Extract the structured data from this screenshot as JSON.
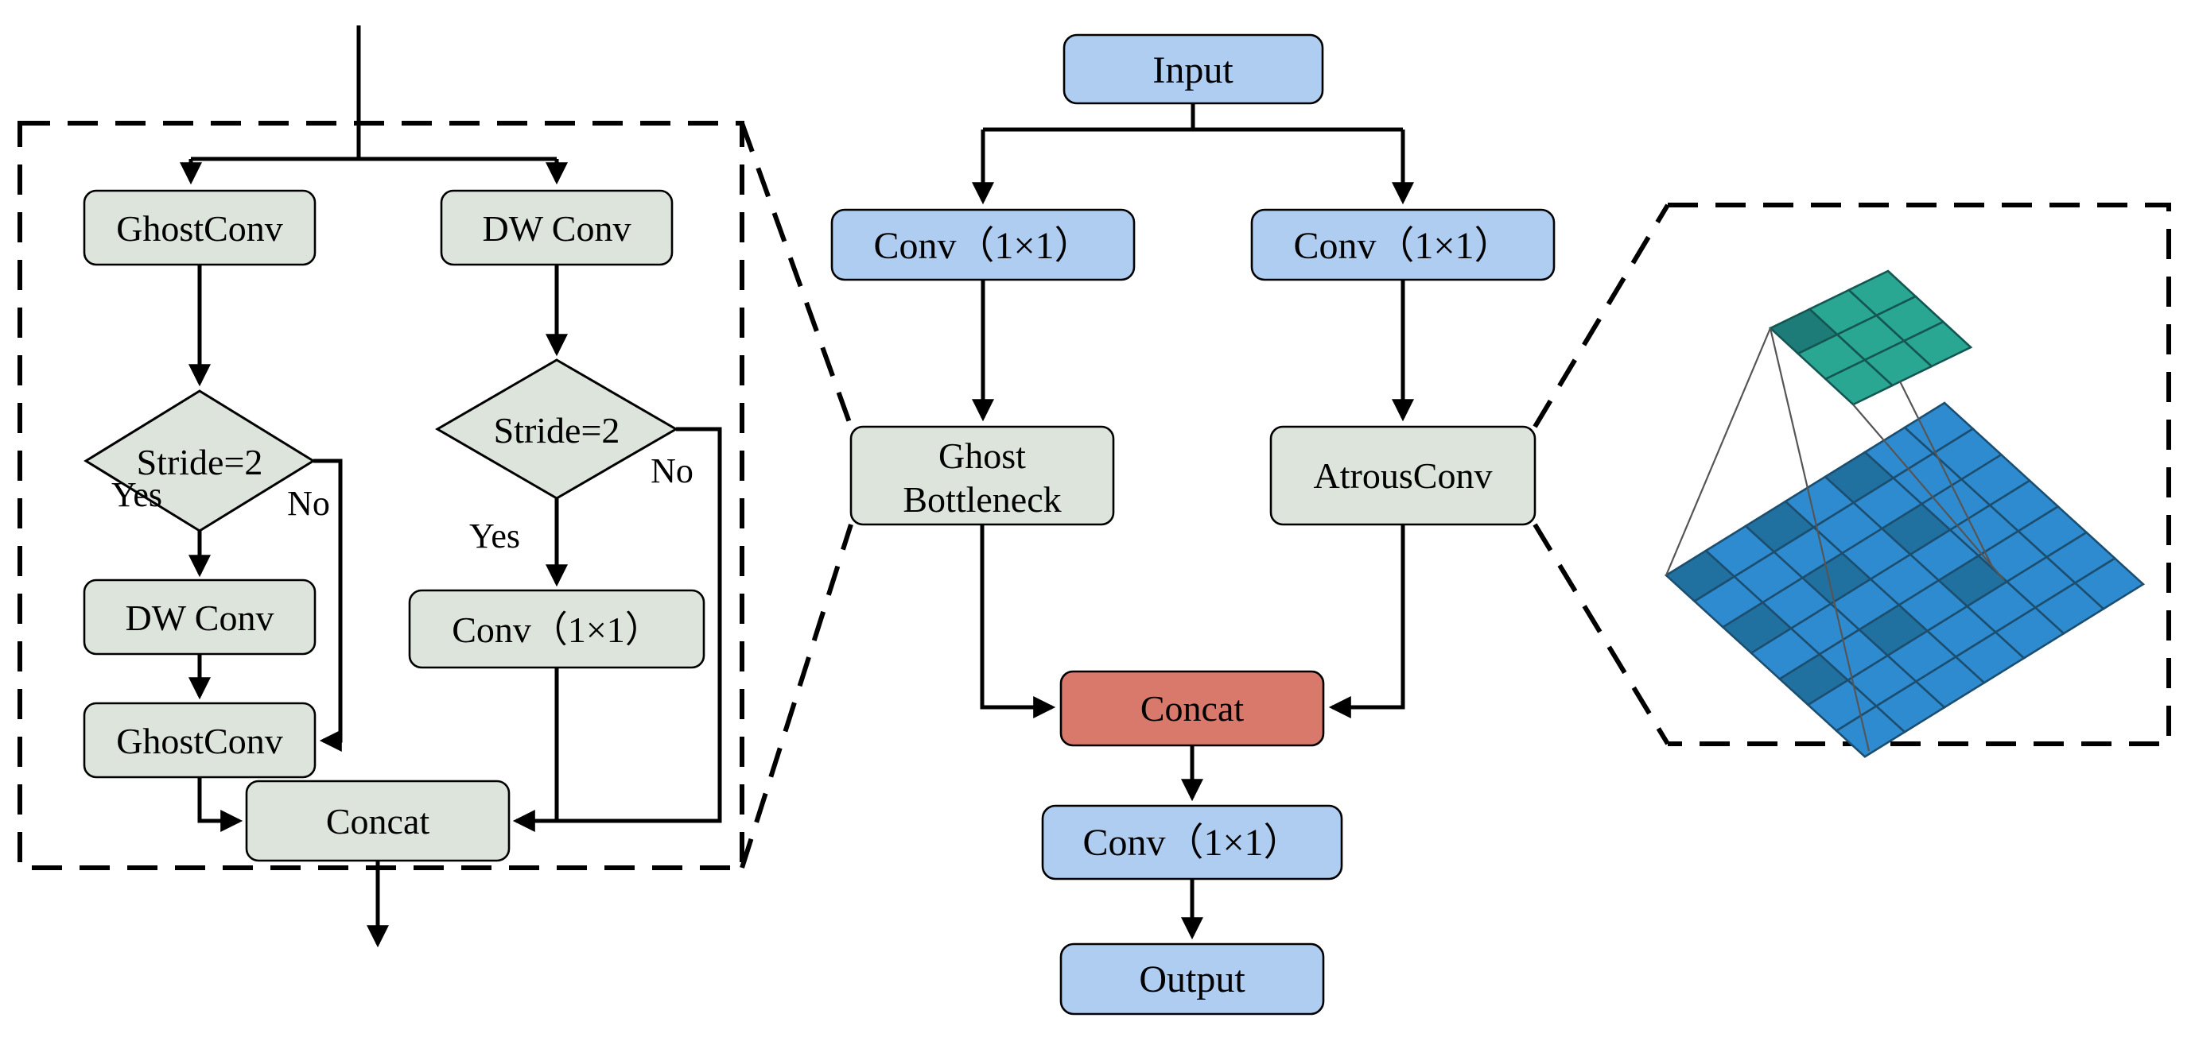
{
  "left_panel": {
    "ghostconv_top": "GhostConv",
    "dwconv_top": "DW Conv",
    "stride_left": "Stride=2",
    "stride_right": "Stride=2",
    "yes_left": "Yes",
    "no_left": "No",
    "yes_right": "Yes",
    "no_right": "No",
    "dwconv_mid": "DW Conv",
    "ghostconv_bottom": "GhostConv",
    "conv_1x1": "Conv（1×1）",
    "concat": "Concat"
  },
  "main_panel": {
    "input": "Input",
    "conv_branch_left": "Conv（1×1）",
    "conv_branch_right": "Conv（1×1）",
    "ghost_bottleneck": [
      "Ghost",
      "Bottleneck"
    ],
    "atrous_conv": "AtrousConv",
    "concat": "Concat",
    "conv_final": "Conv（1×1）",
    "output": "Output"
  },
  "colors": {
    "box_blue": "#aecdf0",
    "box_gray": "#dce4dc",
    "box_red": "#d9796c",
    "edge": "#000000",
    "green_cell": "#2aa792",
    "green_cell_dark": "#1d7c77",
    "green_stroke": "#145652",
    "blue_cell": "#2e8bcf",
    "blue_cell_dark": "#20719f",
    "blue_stroke": "#1c4e70"
  },
  "atrous_illustration": {
    "kernel_grid": {
      "rows": 3,
      "cols": 3,
      "dark_cells": [
        [
          0,
          2
        ]
      ]
    },
    "feature_grid": {
      "rows": 7,
      "cols": 7,
      "dark_cells": [
        [
          0,
          2
        ],
        [
          2,
          2
        ],
        [
          4,
          2
        ],
        [
          0,
          4
        ],
        [
          2,
          4
        ],
        [
          4,
          4
        ],
        [
          0,
          6
        ],
        [
          2,
          6
        ],
        [
          4,
          6
        ]
      ]
    }
  }
}
